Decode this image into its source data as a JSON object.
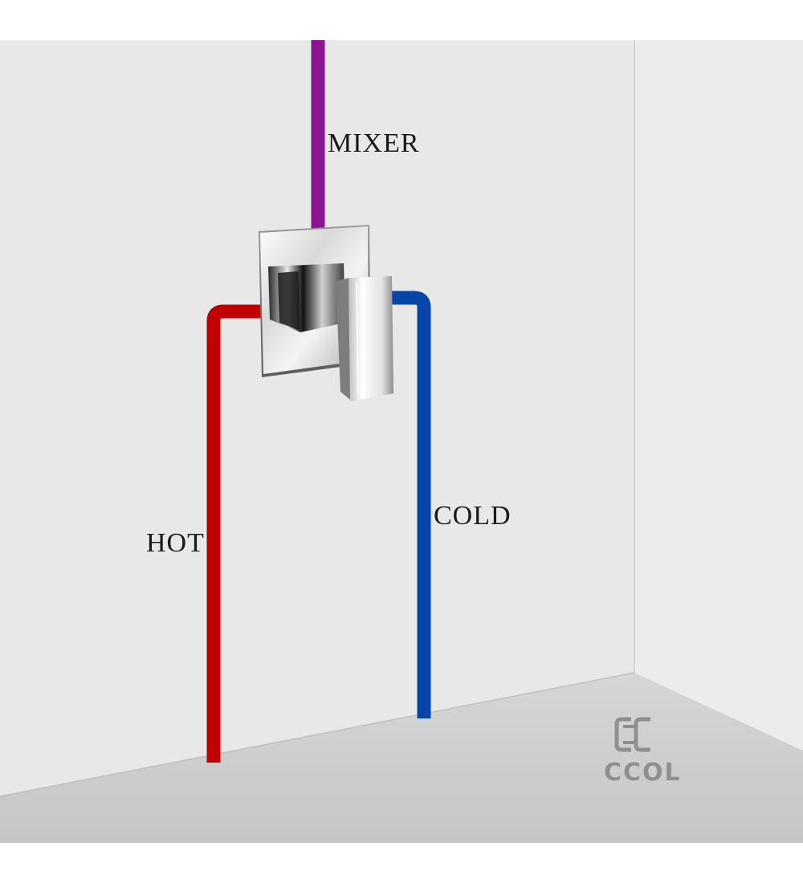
{
  "diagram": {
    "labels": {
      "mixer": "MIXER",
      "hot": "HOT",
      "cold": "COLD"
    },
    "pipes": [
      {
        "name": "mixer-pipe",
        "color": "#8e1591"
      },
      {
        "name": "hot-pipe",
        "color": "#c00000"
      },
      {
        "name": "cold-pipe",
        "color": "#0645a8"
      }
    ],
    "fixture": {
      "type": "single-lever concealed mixer valve",
      "finish": "chrome"
    },
    "colors": {
      "back_wall": "#e8e8e8",
      "side_wall": "#ececec",
      "floor": "#cdcdcd",
      "background": "#ffffff"
    }
  },
  "brand": {
    "logo_icon": "double-c-logo-icon",
    "name": "CCOL"
  }
}
